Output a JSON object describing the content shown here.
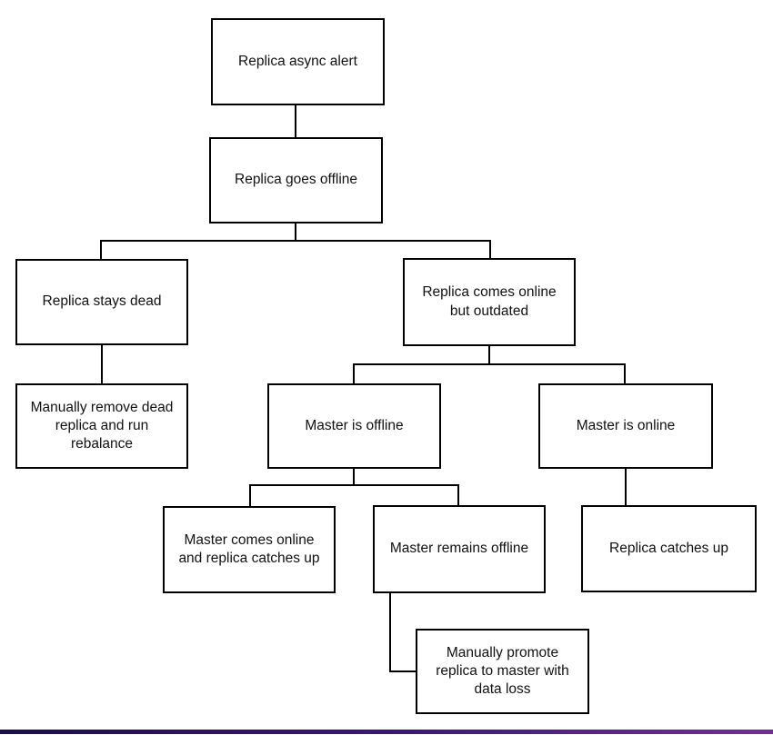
{
  "nodes": {
    "replica_async_alert": {
      "label": "Replica async alert"
    },
    "replica_goes_offline": {
      "label": "Replica goes offline"
    },
    "replica_stays_dead": {
      "label": "Replica stays dead"
    },
    "manually_remove_dead": {
      "label": "Manually remove dead\nreplica and run\nrebalance"
    },
    "replica_comes_online_but_outdated": {
      "label": "Replica comes online\nbut outdated"
    },
    "master_is_offline": {
      "label": "Master is offline"
    },
    "master_is_online": {
      "label": "Master is online"
    },
    "master_comes_online_replica_catches_up": {
      "label": "Master comes online\nand replica catches up"
    },
    "master_remains_offline": {
      "label": "Master remains offline"
    },
    "replica_catches_up": {
      "label": "Replica catches up"
    },
    "manually_promote_replica": {
      "label": "Manually promote\nreplica to master with\ndata loss"
    }
  },
  "edges": [
    {
      "from": "replica_async_alert",
      "to": "replica_goes_offline"
    },
    {
      "from": "replica_goes_offline",
      "to": "replica_stays_dead"
    },
    {
      "from": "replica_goes_offline",
      "to": "replica_comes_online_but_outdated"
    },
    {
      "from": "replica_stays_dead",
      "to": "manually_remove_dead"
    },
    {
      "from": "replica_comes_online_but_outdated",
      "to": "master_is_offline"
    },
    {
      "from": "replica_comes_online_but_outdated",
      "to": "master_is_online"
    },
    {
      "from": "master_is_offline",
      "to": "master_comes_online_replica_catches_up"
    },
    {
      "from": "master_is_offline",
      "to": "master_remains_offline"
    },
    {
      "from": "master_is_online",
      "to": "replica_catches_up"
    },
    {
      "from": "master_remains_offline",
      "to": "manually_promote_replica"
    }
  ],
  "colors": {
    "connector": "#000000",
    "box_background": "#ffffff",
    "text": "#111111",
    "footer_bar_left": "#1d0d4a",
    "footer_bar_mid": "#3a1775",
    "footer_bar_right": "#722e97"
  }
}
